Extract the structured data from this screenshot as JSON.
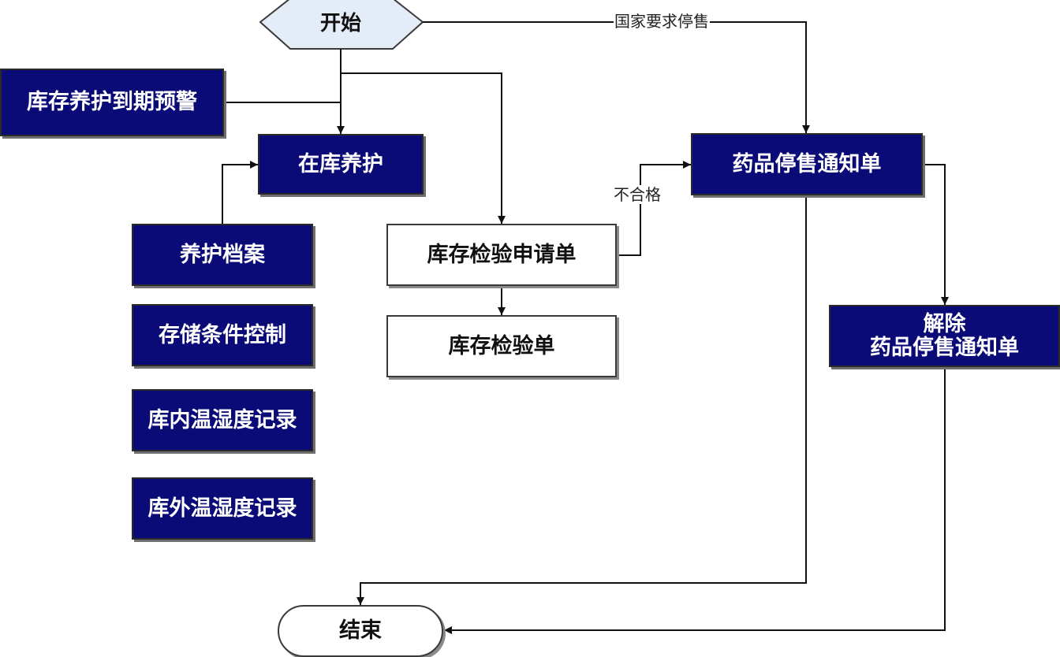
{
  "diagram": {
    "nodes": {
      "start": "开始",
      "stock_warning": "库存养护到期预警",
      "in_stock_maintenance": "在库养护",
      "maintenance_archive": "养护档案",
      "storage_condition_control": "存储条件控制",
      "indoor_temp_humidity": "库内温湿度记录",
      "outdoor_temp_humidity": "库外温湿度记录",
      "inspection_request": "库存检验申请单",
      "inspection_sheet": "库存检验单",
      "stop_sale_notice": "药品停售通知单",
      "lift_stop_sale_line1": "解除",
      "lift_stop_sale_line2": "药品停售通知单",
      "end": "结束"
    },
    "edge_labels": {
      "national_requirement": "国家要求停售",
      "unqualified": "不合格"
    }
  },
  "colors": {
    "dark_box_fill": "#0b0b78",
    "start_fill": "#e4ecf7",
    "line": "#1a1a1a"
  }
}
